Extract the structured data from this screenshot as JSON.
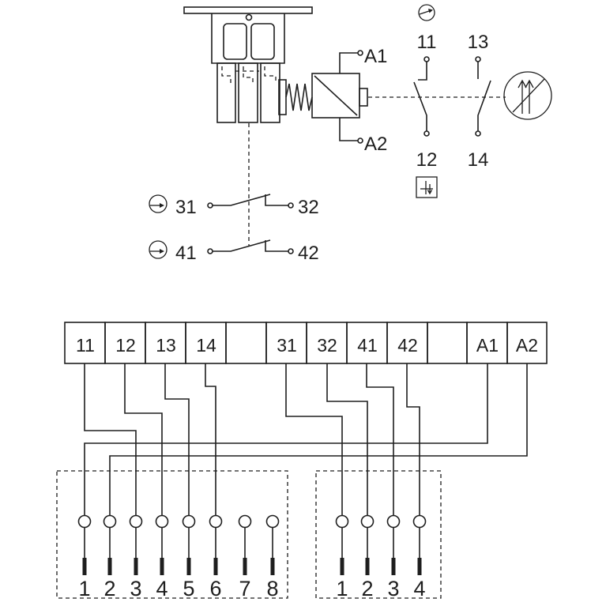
{
  "colors": {
    "line": "#1e1e1e",
    "background": "#ffffff"
  },
  "icons": [
    "positive-opening-icon",
    "not-manually-operable-icon",
    "locked-state-icon"
  ],
  "mechanism": {
    "coil": {
      "a1": "A1",
      "a2": "A2"
    },
    "contacts": {
      "c11": "11",
      "c12": "12",
      "c13": "13",
      "c14": "14"
    },
    "aux_contacts": {
      "c31": "31",
      "c32": "32",
      "c41": "41",
      "c42": "42"
    }
  },
  "terminal_block": [
    "11",
    "12",
    "13",
    "14",
    "31",
    "32",
    "41",
    "42",
    "A1",
    "A2"
  ],
  "connector_left": {
    "pins": [
      "1",
      "2",
      "3",
      "4",
      "5",
      "6",
      "7",
      "8"
    ]
  },
  "connector_right": {
    "pins": [
      "1",
      "2",
      "3",
      "4"
    ]
  }
}
